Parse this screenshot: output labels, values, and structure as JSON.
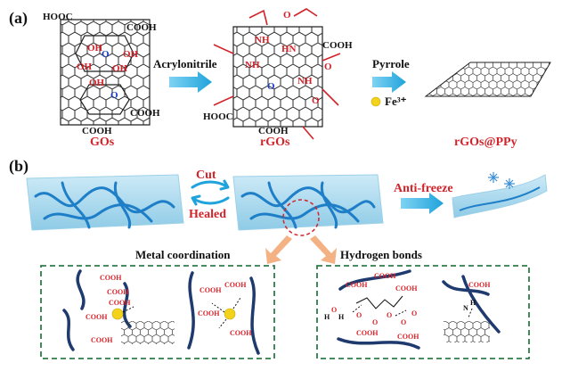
{
  "panel_a": {
    "label": "(a)",
    "gos": {
      "label": "GOs",
      "groups": [
        "HOOC",
        "COOH",
        "OH",
        "O",
        "OH",
        "OH",
        "OH",
        "OH",
        "O",
        "COOH",
        "COOH"
      ]
    },
    "arrow1_label": "Acrylonitrile",
    "rgos": {
      "label": "rGOs",
      "groups": [
        "O",
        "NH",
        "HN",
        "COOH",
        "NH",
        "O",
        "NH",
        "O",
        "O",
        "HOOC",
        "COOH"
      ]
    },
    "arrow2_label": "Pyrrole",
    "catalyst": "Fe³⁺",
    "rgos_ppy_label": "rGOs@PPy"
  },
  "panel_b": {
    "label": "(b)",
    "cut_label": "Cut",
    "healed_label": "Healed",
    "antifreeze_label": "Anti-freeze",
    "metal_coordination_label": "Metal coordination",
    "hydrogen_bonds_label": "Hydrogen bonds",
    "left_box_groups": [
      "COOH",
      "COOH",
      "COOH",
      "COOH",
      "COOH",
      "COOH",
      "COOH",
      "COOH",
      "COOH"
    ],
    "right_box_groups": [
      "COOH",
      "COOH",
      "COOH",
      "O",
      "H",
      "H",
      "O",
      "O",
      "O",
      "O",
      "O",
      "COOH",
      "COOH",
      "COOH",
      "N",
      "H"
    ]
  },
  "colors": {
    "red": "#d2232a",
    "blue_arrow": "#2ab3e6",
    "gel_blue": "#a9d8ee",
    "strand_blue": "#1e7fc8",
    "box_green": "#2e7d4a",
    "orange_arrow": "#f4b183",
    "fe_yellow": "#f2d21b"
  }
}
